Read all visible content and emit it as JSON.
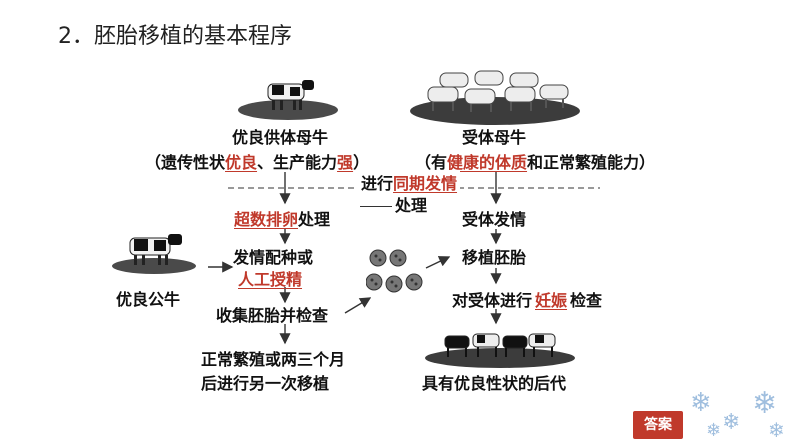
{
  "title": "2．胚胎移植的基本程序",
  "donor": {
    "label": "优良供体母牛",
    "line_open": "（遗传性状",
    "blank1": "优良",
    "line_mid": "、生产能力",
    "blank2": "强",
    "line_close": "）"
  },
  "recipient": {
    "label": "受体母牛",
    "line_open": "（有",
    "blank": "健康的体质",
    "line_close": "和正常繁殖能力）"
  },
  "sync": {
    "prefix": "进行",
    "blank": "同期发情"
  },
  "process_label": "处理",
  "superovulation": {
    "blank": "超数排卵",
    "suffix": "处理"
  },
  "recipient_estrus": "受体发情",
  "mating": {
    "line1": "发情配种或",
    "blank": "人工授精"
  },
  "male": "优良公牛",
  "collect": "收集胚胎并检查",
  "transfer": "移植胚胎",
  "check": {
    "prefix": "对受体进行",
    "blank": "妊娠",
    "suffix": "检查"
  },
  "donor_after": {
    "line1": "正常繁殖或两三个月",
    "line2": "后进行另一次移植"
  },
  "offspring": "具有优良性状的后代",
  "answer_button": "答案"
}
